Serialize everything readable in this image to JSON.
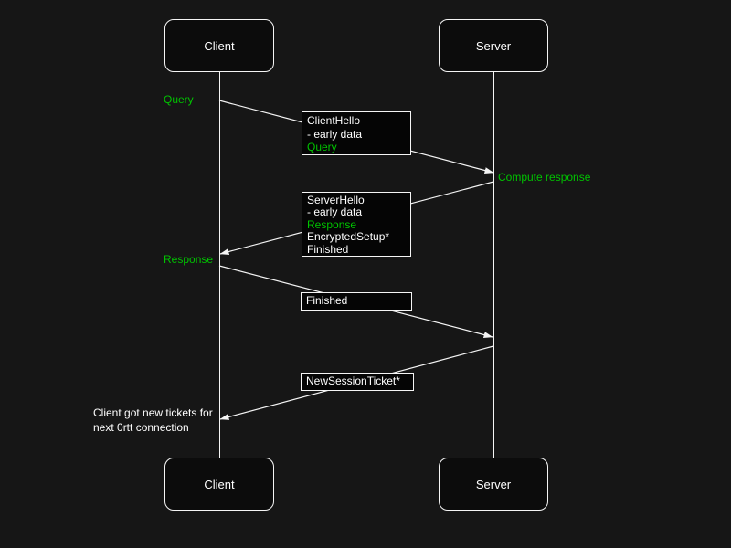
{
  "diagram": {
    "colors": {
      "background": "#161616",
      "line": "#f5f5f5",
      "text": "#ffffff",
      "accent_green": "#00c300",
      "note_fill": "#050505",
      "actor_fill": "#0c0c0c"
    },
    "actors": {
      "client_top": "Client",
      "server_top": "Server",
      "client_bottom": "Client",
      "server_bottom": "Server"
    },
    "side_labels": {
      "query": "Query",
      "compute_response": "Compute response",
      "response": "Response"
    },
    "annotation": {
      "line1": "Client got new tickets for",
      "line2": "next 0rtt connection"
    },
    "messages": {
      "client_hello": {
        "lines": [
          "ClientHello",
          "- early data",
          "Query"
        ]
      },
      "server_hello": {
        "lines": [
          "ServerHello",
          "- early data",
          "Response",
          "EncryptedSetup*",
          "Finished"
        ]
      },
      "finished": {
        "lines": [
          "Finished"
        ]
      },
      "new_session_ticket": {
        "lines": [
          "NewSessionTicket*"
        ]
      }
    }
  }
}
